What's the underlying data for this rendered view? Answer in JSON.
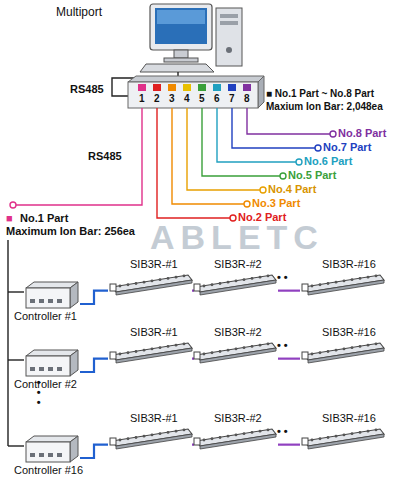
{
  "diagram": {
    "nodes": [
      {
        "text": [
          "Controller #1"
        ]
      },
      {
        "text": [
          "SIB3R-#1"
        ]
      },
      {
        "text": [
          "SIB3R-#2"
        ]
      },
      {
        "text": [
          "SIB3R-#16"
        ]
      },
      {
        "text": [
          "Controller #2"
        ]
      },
      {
        "text": [
          "SIB3R-#1"
        ]
      },
      {
        "text": [
          "SIB3R-#2"
        ]
      },
      {
        "text": [
          "SIB3R-#16"
        ]
      },
      {
        "text": [
          "Controller #16"
        ]
      },
      {
        "text": [
          "SIB3R-#1"
        ]
      },
      {
        "text": [
          "SIB3R-#2"
        ]
      },
      {
        "text": [
          "SIB3R-#16"
        ]
      }
    ],
    "edges": [
      {
        "from": 0,
        "to": 1,
        "arrow": "none"
      },
      {
        "from": 1,
        "to": 2,
        "arrow": "none"
      },
      {
        "from": 2,
        "to": 3,
        "arrow": "none"
      },
      {
        "from": 4,
        "to": 5,
        "arrow": "none"
      },
      {
        "from": 5,
        "to": 6,
        "arrow": "none"
      },
      {
        "from": 6,
        "to": 7,
        "arrow": "none"
      },
      {
        "from": 8,
        "to": 9,
        "arrow": "none"
      },
      {
        "from": 9,
        "to": 10,
        "arrow": "none"
      },
      {
        "from": 10,
        "to": 11,
        "arrow": "none"
      }
    ],
    "labels": [
      "Multiport",
      "RS485",
      "1",
      "2",
      "3",
      "4",
      "5",
      "6",
      "7",
      "8",
      "■ No.1 Part ~ No.8 Part",
      "Maxium Ion Bar: 2,048ea",
      "No.8 Part",
      "No.7 Part",
      "No.6 Part",
      "No.5 Part",
      "No.4 Part",
      "No.3 Part",
      "No.2 Part",
      "RS485",
      "■",
      "No.1 Part",
      "Maximum Ion Bar: 256ea",
      "ABLETC",
      "• • •",
      "• • •",
      "• • •",
      "• • •"
    ]
  }
}
